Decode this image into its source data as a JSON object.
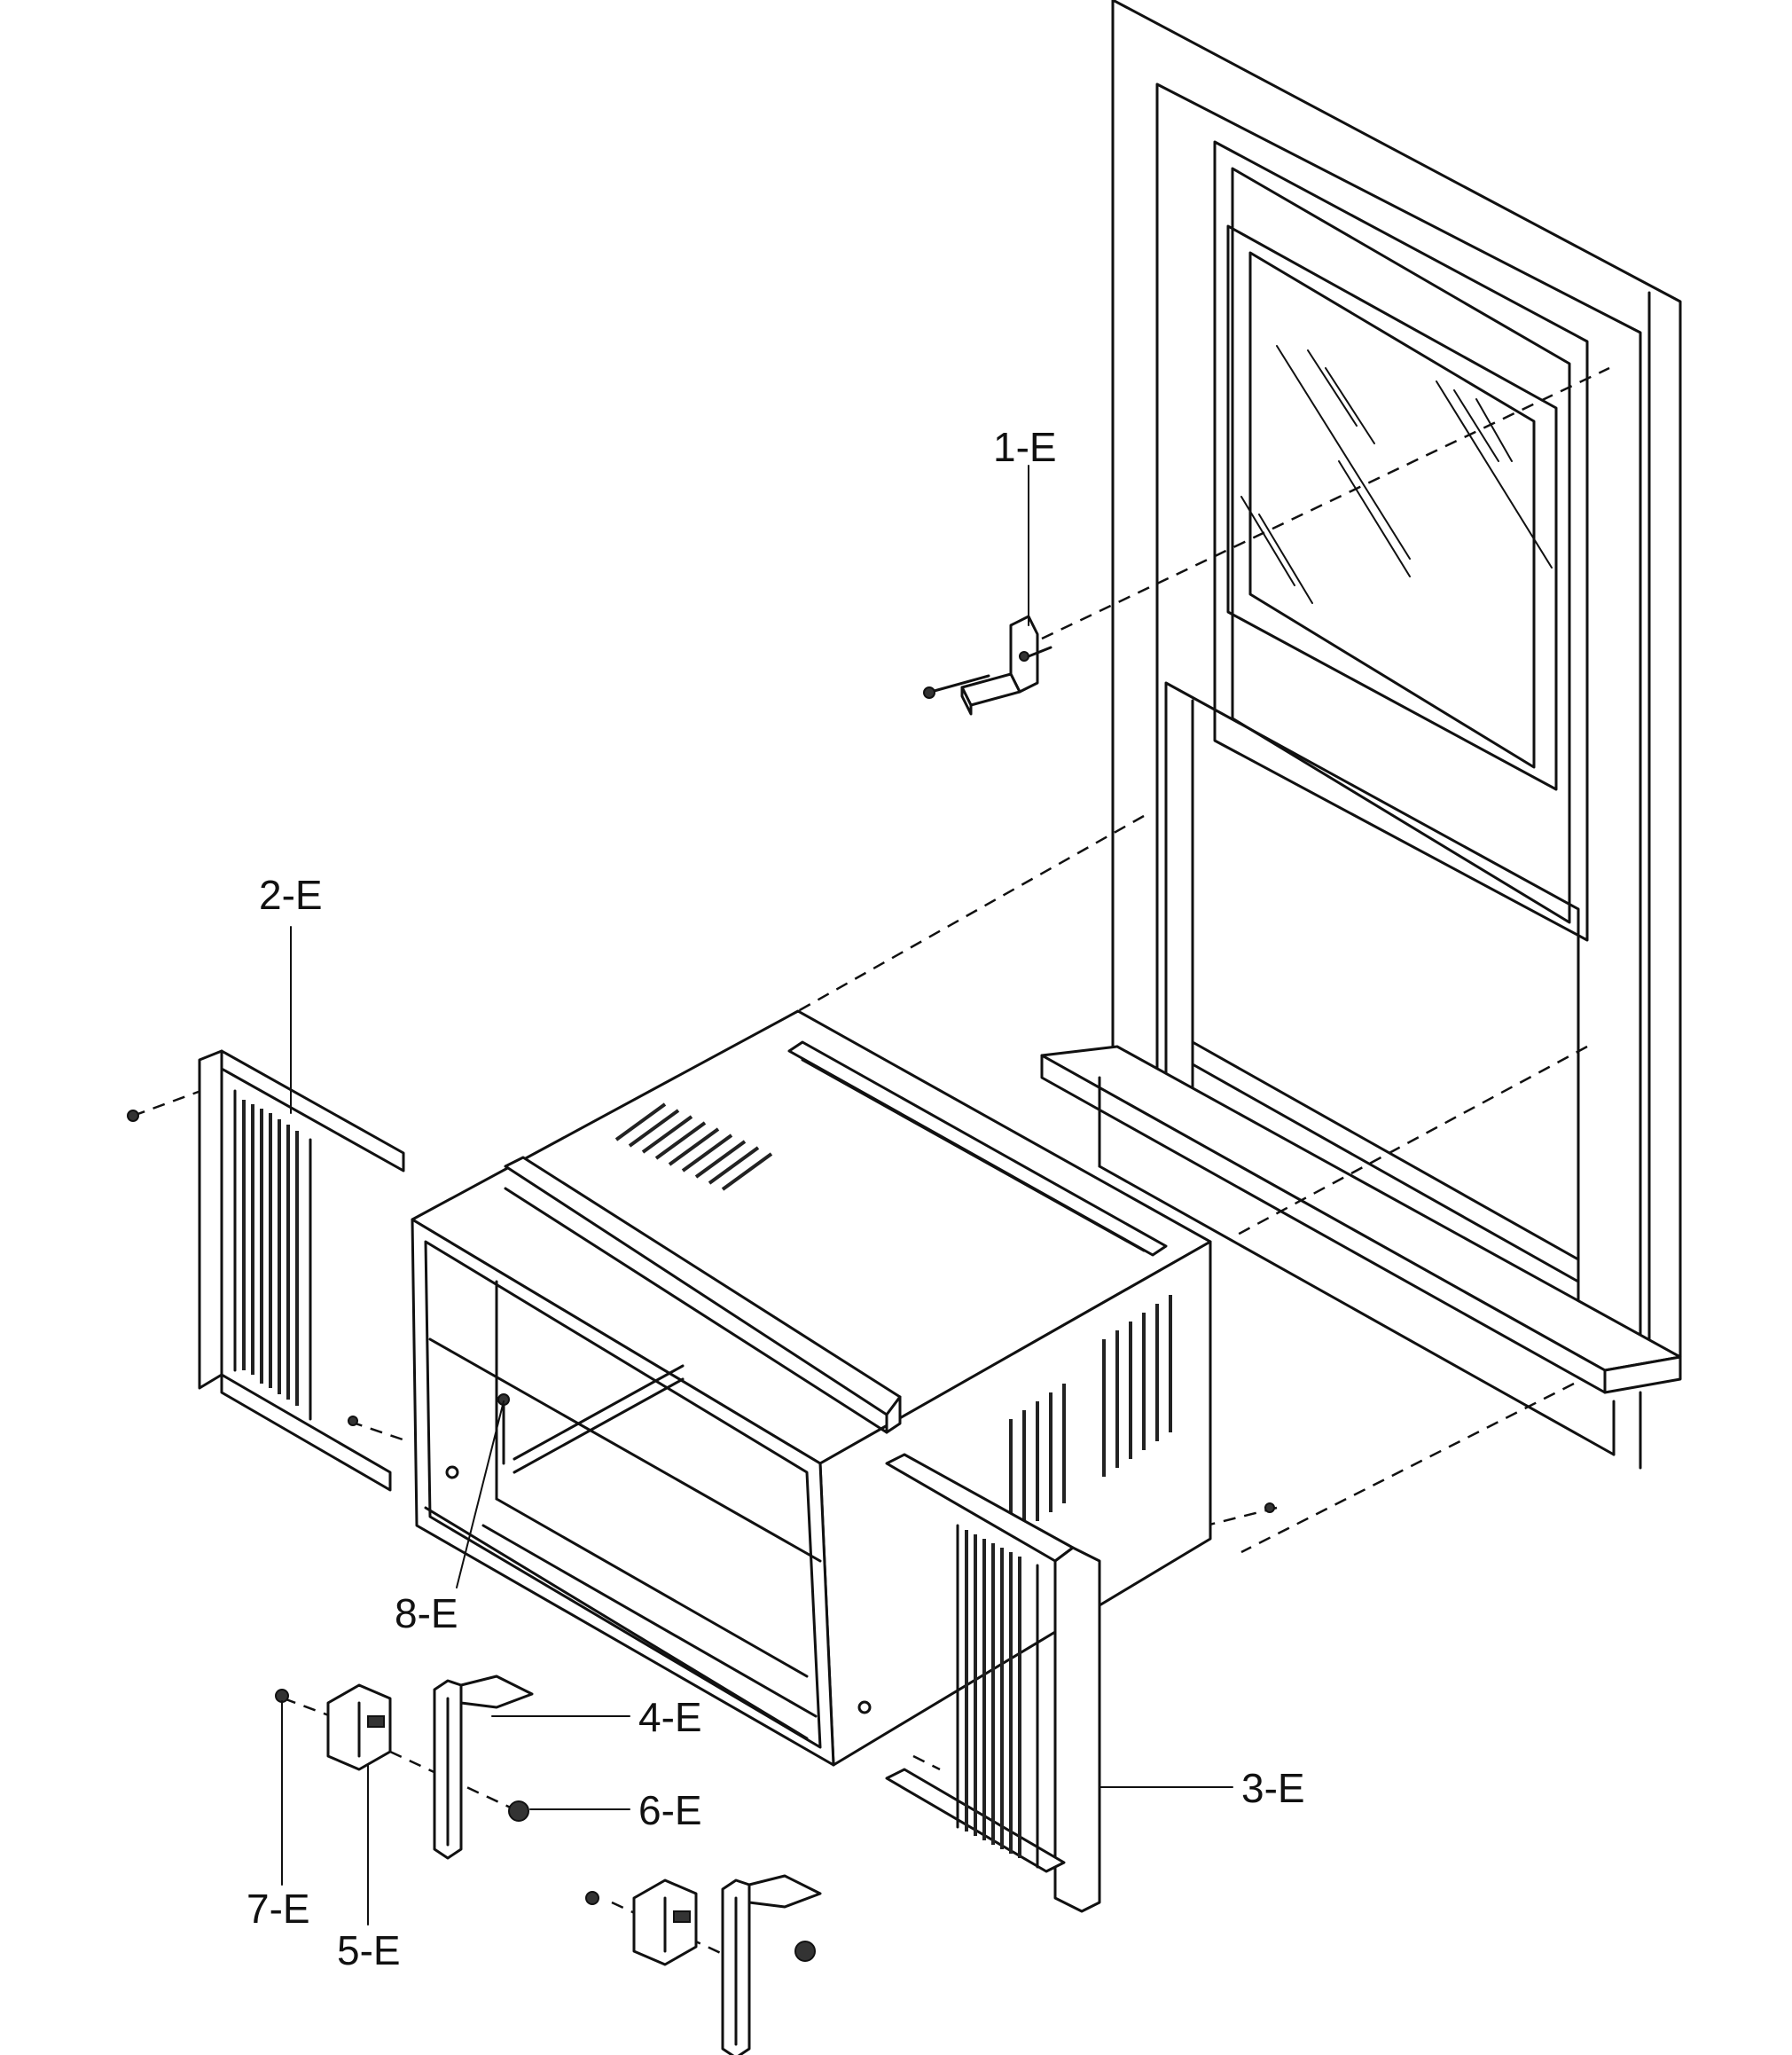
{
  "callouts": {
    "c1": "1-E",
    "c2": "2-E",
    "c3": "3-E",
    "c4": "4-E",
    "c5": "5-E",
    "c6": "6-E",
    "c7": "7-E",
    "c8": "8-E"
  }
}
